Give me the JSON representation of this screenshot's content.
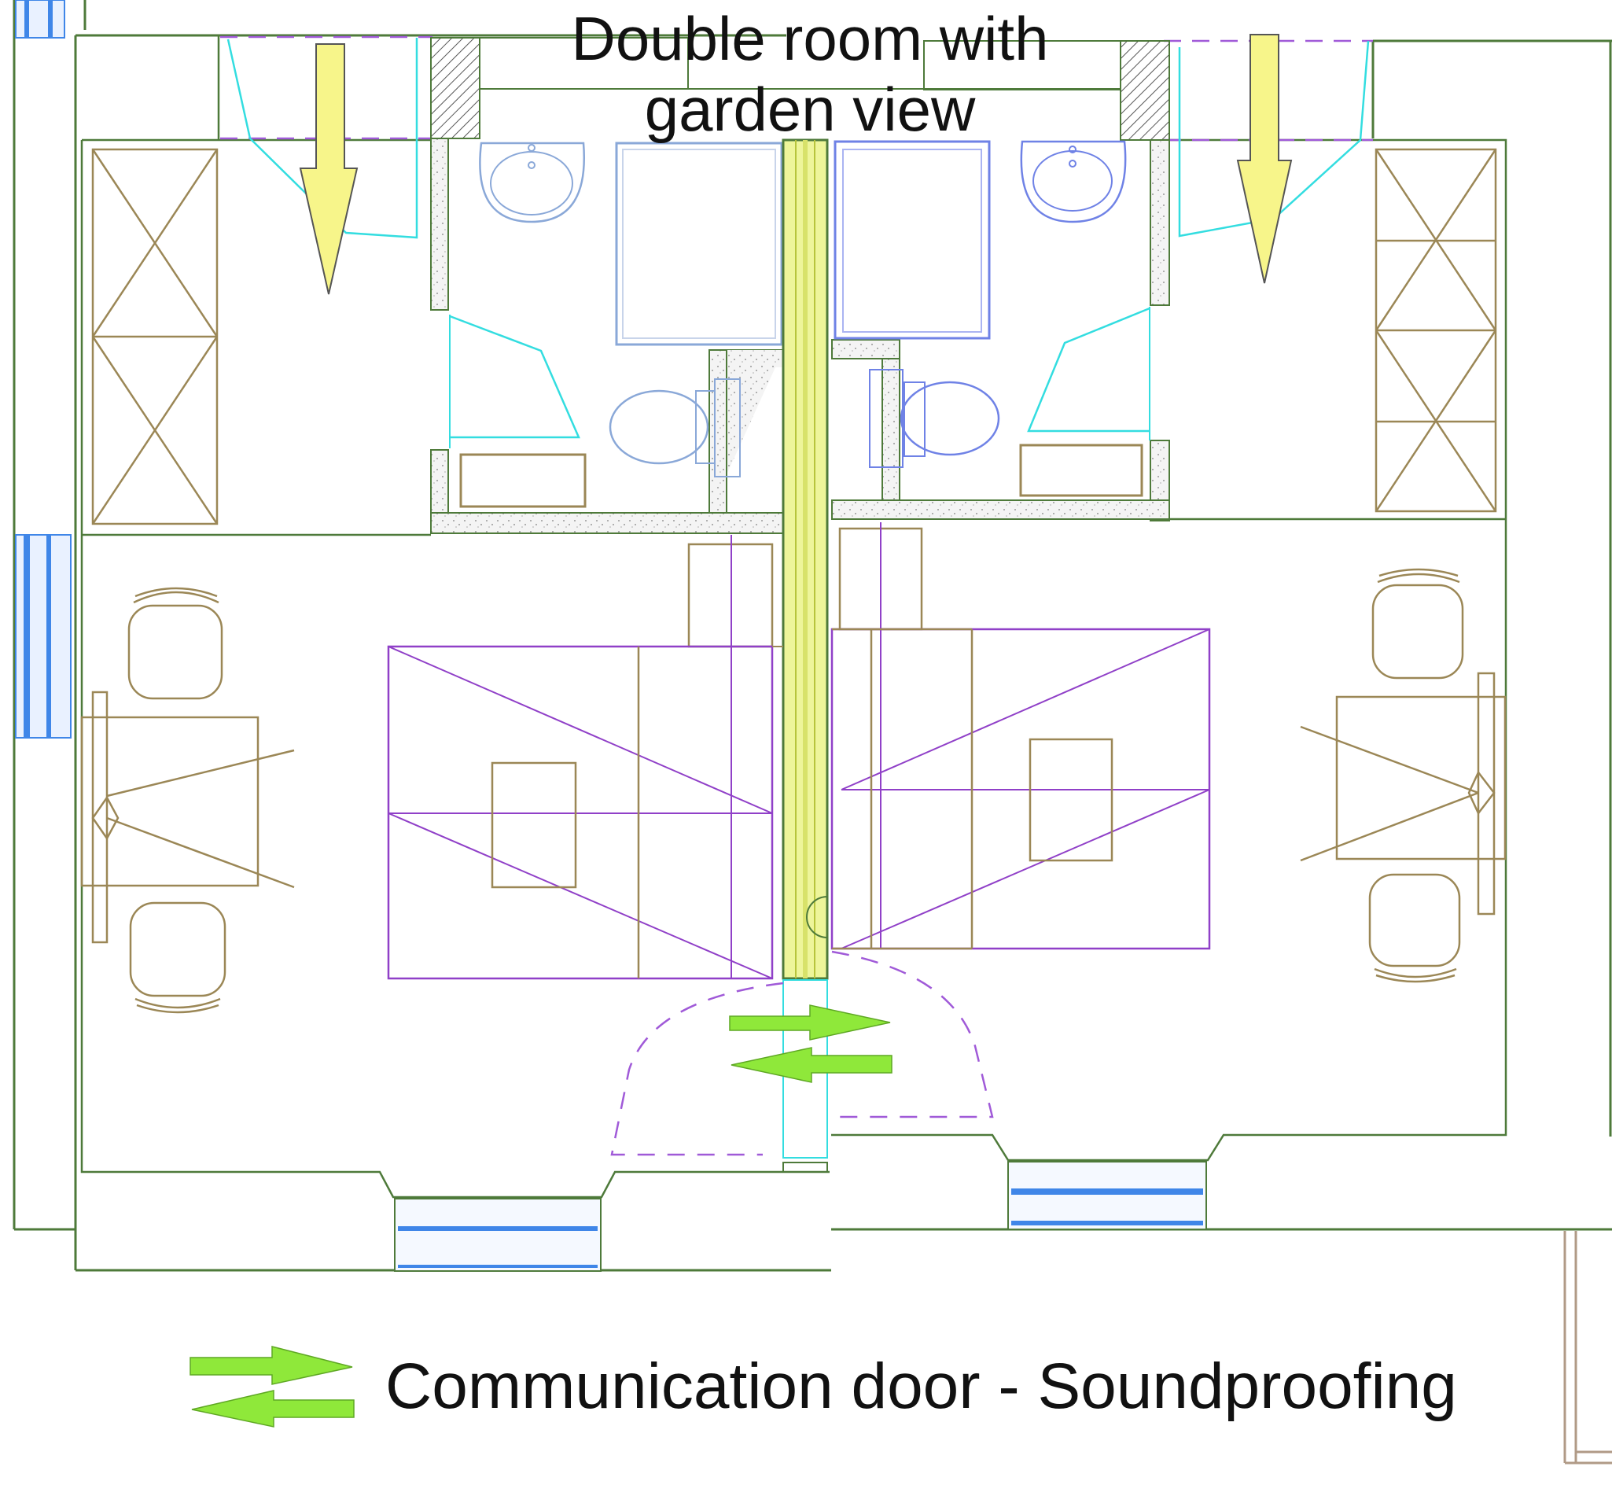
{
  "title": {
    "line1": "Double room with",
    "line2": "garden view"
  },
  "legend": {
    "label": "Communication door - Soundproofing",
    "icon": "double-arrow-icon"
  },
  "colors": {
    "wall": "#4e7a3a",
    "furniture": "#9b8756",
    "bed": "#9040c8",
    "fixtures_left": "#8aa8d8",
    "fixtures_right": "#6f82e6",
    "cyan": "#33dde0",
    "window": "#3f86e8",
    "partition": "#e8ef5a",
    "view_arrow": "#f7f58a",
    "door_arrow": "#8fe83a"
  }
}
